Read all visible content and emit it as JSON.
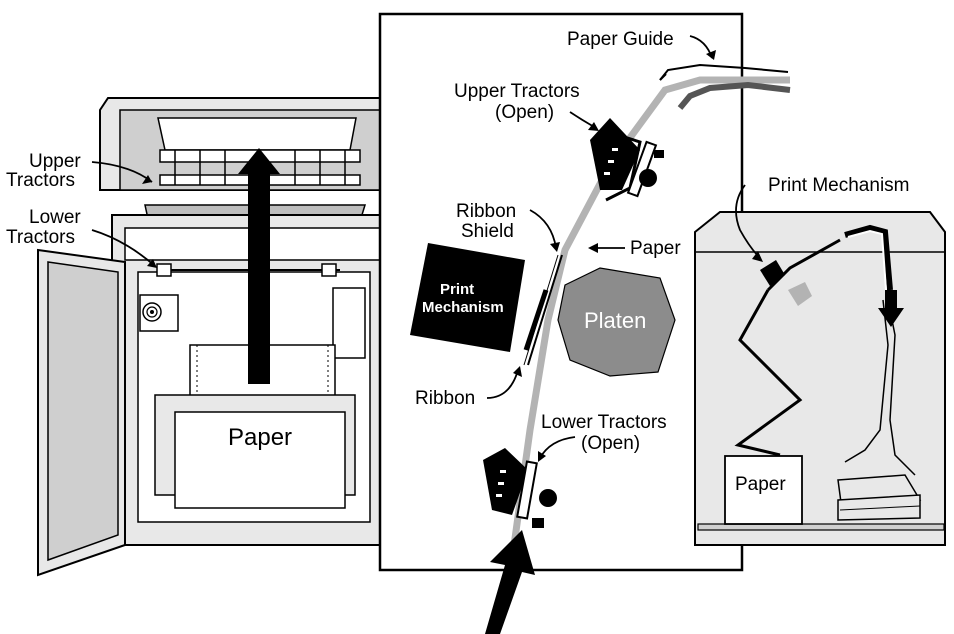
{
  "labels": {
    "paper_guide": "Paper Guide",
    "upper_tractors_open_1": "Upper Tractors",
    "upper_tractors_open_2": "(Open)",
    "upper_tractors_1": "Upper",
    "upper_tractors_2": "Tractors",
    "lower_tractors_1": "Lower",
    "lower_tractors_2": "Tractors",
    "ribbon_shield_1": "Ribbon",
    "ribbon_shield_2": "Shield",
    "paper_arrow": "Paper",
    "print_mechanism_box_1": "Print",
    "print_mechanism_box_2": "Mechanism",
    "platen": "Platen",
    "ribbon": "Ribbon",
    "lower_tractors_open_1": "Lower Tractors",
    "lower_tractors_open_2": "(Open)",
    "print_mechanism_right": "Print Mechanism",
    "paper_cabinet": "Paper",
    "paper_right": "Paper"
  },
  "colors": {
    "black": "#000000",
    "paper_path_gray": "#b3b3b3",
    "platen_gray": "#8c8c8c",
    "panel_gray": "#e8e8e8",
    "dark_gray": "#555555"
  }
}
